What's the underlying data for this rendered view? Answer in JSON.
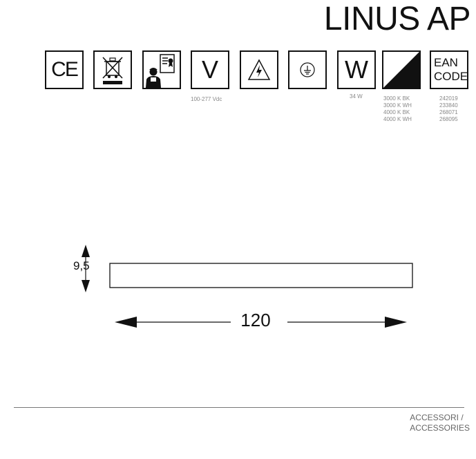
{
  "title": "LINUS AP",
  "icons": {
    "ce": "CE",
    "voltage_letter": "V",
    "voltage_caption": "100-277 Vdc",
    "watt_letter": "W",
    "watt_caption": "34 W",
    "ean_line1": "EAN",
    "ean_line2": "CODE"
  },
  "variants": [
    {
      "label": "3000 K BK",
      "ean": "242019"
    },
    {
      "label": "3000 K WH",
      "ean": "233840"
    },
    {
      "label": "4000 K BK",
      "ean": "268071"
    },
    {
      "label": "4000 K WH",
      "ean": "268095"
    }
  ],
  "dimensions": {
    "width": "120",
    "height": "9,5"
  },
  "footer": {
    "line1": "ACCESSORI /",
    "line2": "ACCESSORIES"
  }
}
